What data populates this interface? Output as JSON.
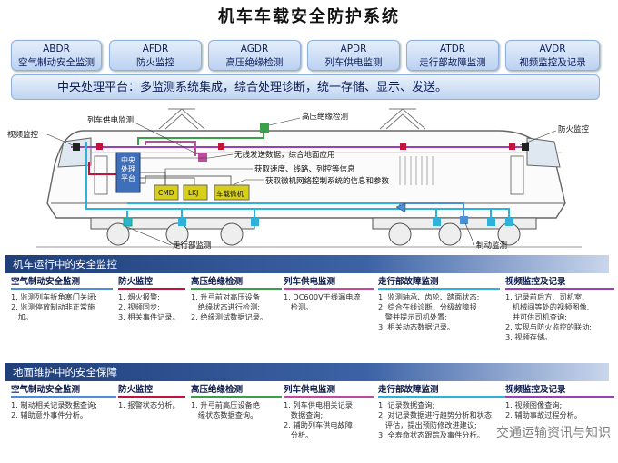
{
  "title": "机车车载安全防护系统",
  "systems": [
    {
      "abbr": "ABDR",
      "name": "空气制动安全监测"
    },
    {
      "abbr": "AFDR",
      "name": "防火监控"
    },
    {
      "abbr": "AGDR",
      "name": "高压绝缘检测"
    },
    {
      "abbr": "APDR",
      "name": "列车供电监测"
    },
    {
      "abbr": "ATDR",
      "name": "走行部故障监测"
    },
    {
      "abbr": "AVDR",
      "name": "视频监控及记录"
    }
  ],
  "cpu_platform": "中央处理平台：多监测系统集成，综合处理诊断，统一存储、显示、发送。",
  "diagram": {
    "label_video": "视频监控",
    "label_train_power": "列车供电监测",
    "label_hv": "高压绝缘检测",
    "label_fire": "防火监控",
    "label_wireless": "无线发送数据，综合地面应用",
    "label_speed": "获取速度、线路、列控等信息",
    "label_network": "获取微机网络控制系统的信息和参数",
    "label_cpu": "中央处理平台",
    "label_cmd": "CMD",
    "label_lkj": "LKJ",
    "label_mcu": "车载微机",
    "label_running": "走行部监测",
    "label_brake": "制动监测"
  },
  "running": {
    "heading": "机车运行中的安全监控",
    "columns": [
      {
        "title": "空气制动安全监测",
        "lines": [
          "1. 监测列车折角塞门关闭;",
          "2. 监测停放制动非正常施",
          "   加。"
        ]
      },
      {
        "title": "防火监控",
        "lines": [
          "1. 烟火报警;",
          "2. 视频同步;",
          "3. 相关事件记录。"
        ]
      },
      {
        "title": "高压绝缘检测",
        "lines": [
          "1. 升弓前对高压设备",
          "   绝缘状态进行检测;",
          "2. 绝缘测试数据记录。"
        ]
      },
      {
        "title": "列车供电监测",
        "lines": [
          "1. DC600V干线漏电流",
          "   检测。"
        ]
      },
      {
        "title": "走行部故障监测",
        "lines": [
          "1. 监测轴承、齿轮、踏面状态;",
          "2. 综合在线诊断，分级故障报",
          "   警并提示司机处置;",
          "3. 相关动态数据记录。"
        ]
      },
      {
        "title": "视频监控及记录",
        "lines": [
          "1. 记录前后方、司机室、",
          "   机械间等处的视频图像,",
          "   并可供司机查询;",
          "2. 实现与防火监控的联动;",
          "3. 视频存储。"
        ]
      }
    ]
  },
  "ground": {
    "heading": "地面维护中的安全保障",
    "columns": [
      {
        "title": "空气制动安全监测",
        "lines": [
          "1. 制动相关记录数据查询;",
          "2. 辅助意外事件分析。"
        ]
      },
      {
        "title": "防火监控",
        "lines": [
          "1. 报警状态分析。"
        ]
      },
      {
        "title": "高压绝缘检测",
        "lines": [
          "1. 升弓前高压设备绝",
          "   缘状态数据查询。"
        ]
      },
      {
        "title": "列车供电监测",
        "lines": [
          "1. 列车供电相关记录",
          "   数据查询;",
          "2. 辅助列车供电故障",
          "   分析。"
        ]
      },
      {
        "title": "走行部故障监测",
        "lines": [
          "1. 记录数据查询;",
          "2. 对记录数据进行趋势分析和状态",
          "   评估，提出预防修改进建议;",
          "3. 全寿命状态跟踪及事件分析。"
        ]
      },
      {
        "title": "视频监控及记录",
        "lines": [
          "1. 视频图像查询;",
          "2. 辅助事故过程分析。"
        ]
      }
    ]
  },
  "watermark": "交通运输资讯与知识",
  "colors": {
    "brake": "#4b8fd6",
    "fire": "#c0143c",
    "hv": "#3aa14a",
    "power": "#c04aa0",
    "running": "#2fb2d9",
    "video": "#9a3fb4"
  }
}
